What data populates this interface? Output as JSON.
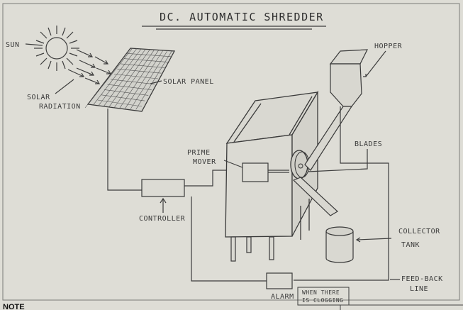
{
  "title": "DC. AUTOMATIC SHREDDER",
  "labels": {
    "sun": "SUN",
    "solar_radiation_1": "SOLAR",
    "solar_radiation_2": "RADIATION",
    "solar_panel": "SOLAR PANEL",
    "hopper": "HOPPER",
    "prime_mover_1": "PRIME",
    "prime_mover_2": "MOVER",
    "blades": "BLADES",
    "controller": "CONTROLLER",
    "collector_tank_1": "COLLECTOR",
    "collector_tank_2": "TANK",
    "feedback_1": "FEED-BACK",
    "feedback_2": "LINE",
    "alarm": "ALARM",
    "alarm_note_1": "WHEN THERE",
    "alarm_note_2": "IS CLOGGING"
  },
  "footer": {
    "note": "NOTE"
  }
}
